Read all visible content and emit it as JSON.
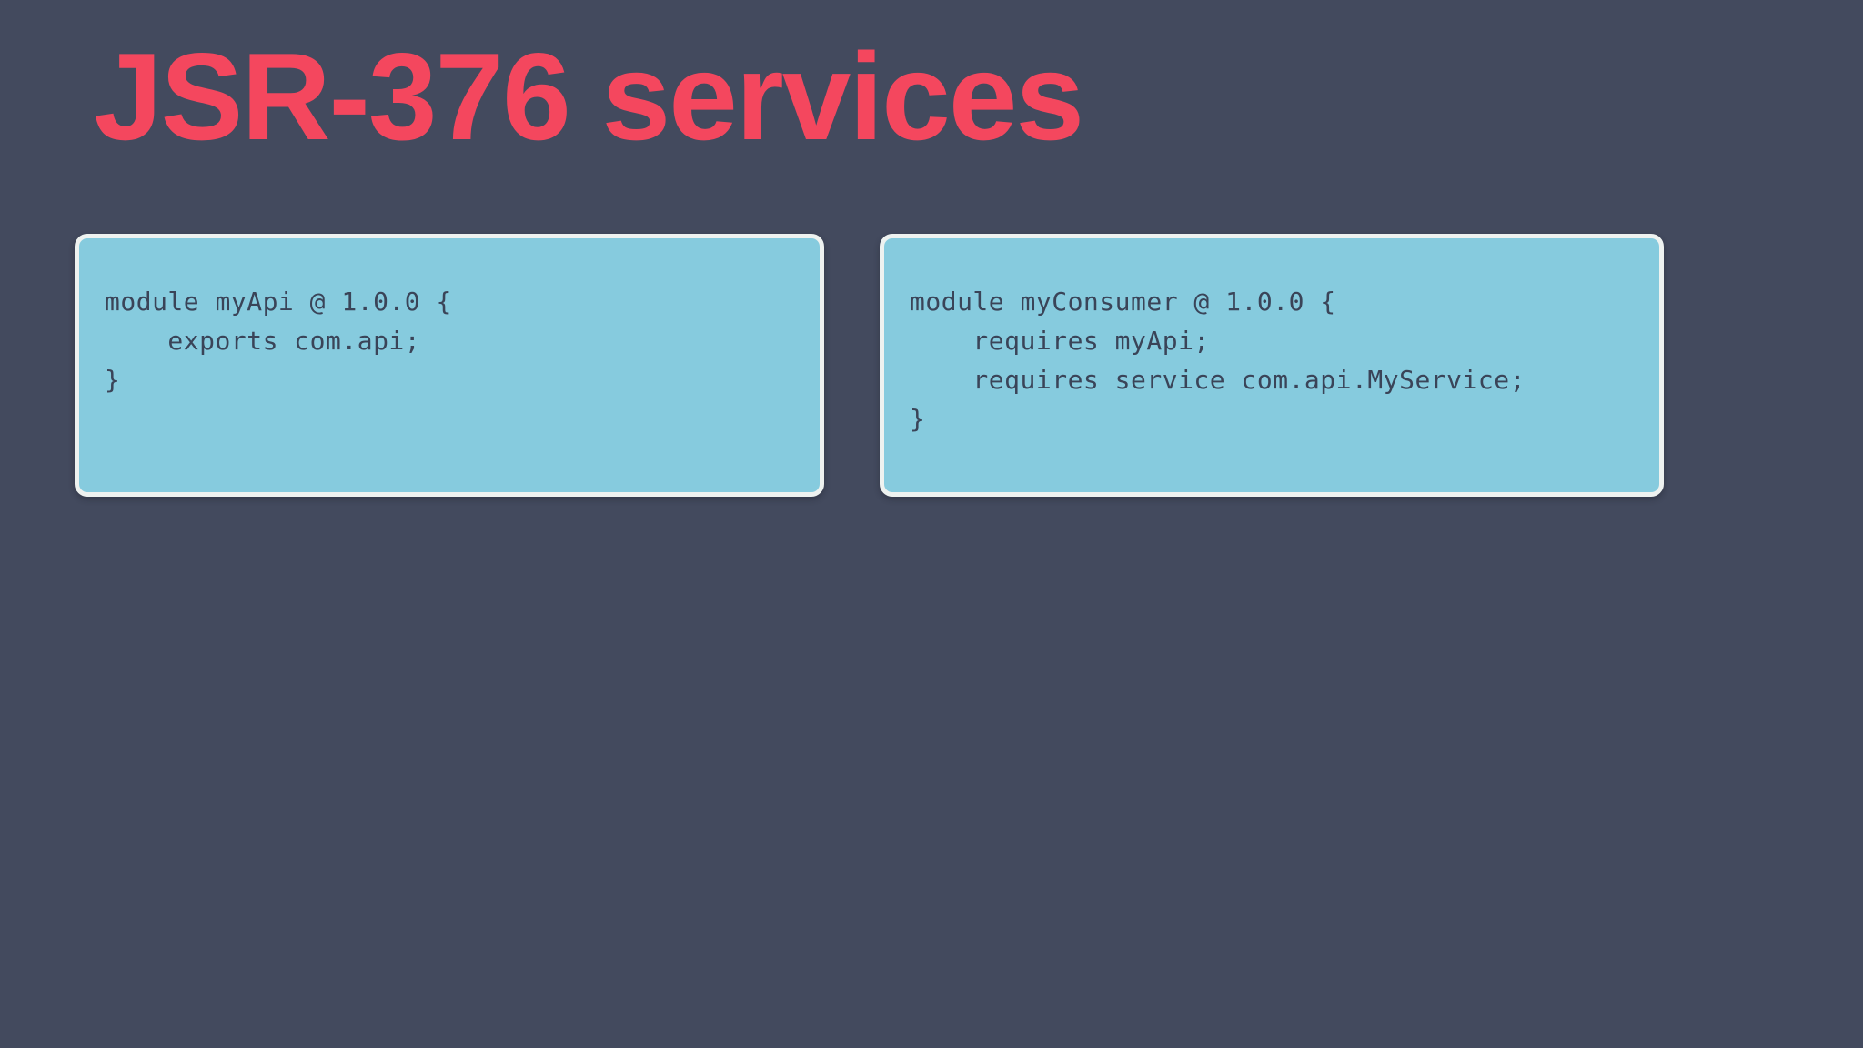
{
  "slide": {
    "title": "JSR-376 services",
    "background_color": "#434a5e",
    "title_color": "#f4475e"
  },
  "cards": [
    {
      "name": "api-module-card",
      "fill_color": "#86cbde",
      "border_color": "#eef2f0",
      "text_color": "#3a4458",
      "code": "module myApi @ 1.0.0 {\n    exports com.api;\n}"
    },
    {
      "name": "consumer-module-card",
      "fill_color": "#86cbde",
      "border_color": "#eef2f0",
      "text_color": "#3a4458",
      "code": "module myConsumer @ 1.0.0 {\n    requires myApi;\n    requires service com.api.MyService;\n}"
    }
  ]
}
